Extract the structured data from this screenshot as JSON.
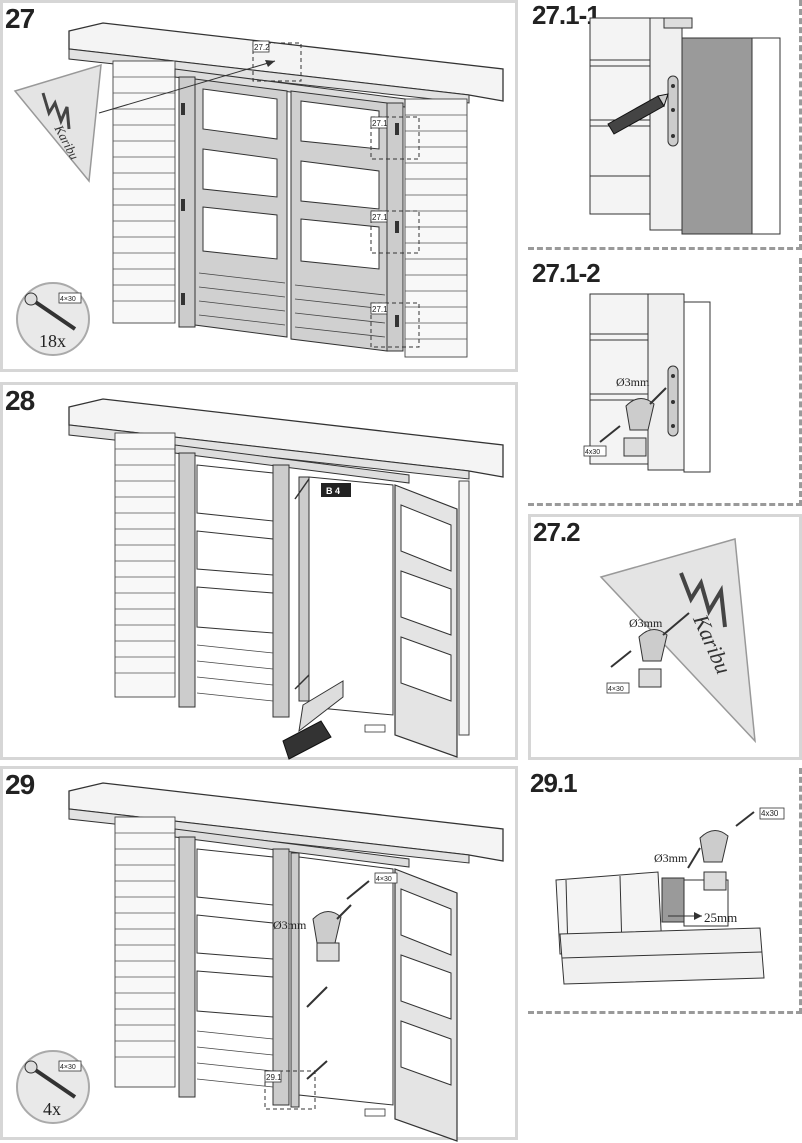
{
  "steps": {
    "s27": {
      "number": "27",
      "callouts": [
        "27.2",
        "27.1",
        "27.1",
        "27.1"
      ],
      "screw_spec": "4×30",
      "quantity": "18x",
      "logo_text": "Karibu"
    },
    "s28": {
      "number": "28",
      "part_tag": "B 4"
    },
    "s29": {
      "number": "29",
      "screw_spec": "4×30",
      "drill": "Ø3mm",
      "callout": "29.1",
      "quantity": "4x"
    },
    "s27_1_1": {
      "number": "27.1-1"
    },
    "s27_1_2": {
      "number": "27.1-2",
      "drill": "Ø3mm",
      "screw_spec": "4x30"
    },
    "s27_2": {
      "number": "27.2",
      "drill": "Ø3mm",
      "screw_spec": "4×30",
      "logo_text": "Karibu"
    },
    "s29_1": {
      "number": "29.1",
      "screw_spec": "4x30",
      "drill": "Ø3mm",
      "gap": "25mm"
    }
  },
  "colors": {
    "frame": "#c8c8c8",
    "wall": "#f2f2f2",
    "dark": "#555555",
    "border_light": "#d6d6d6",
    "dashed": "#9a9a9a"
  }
}
